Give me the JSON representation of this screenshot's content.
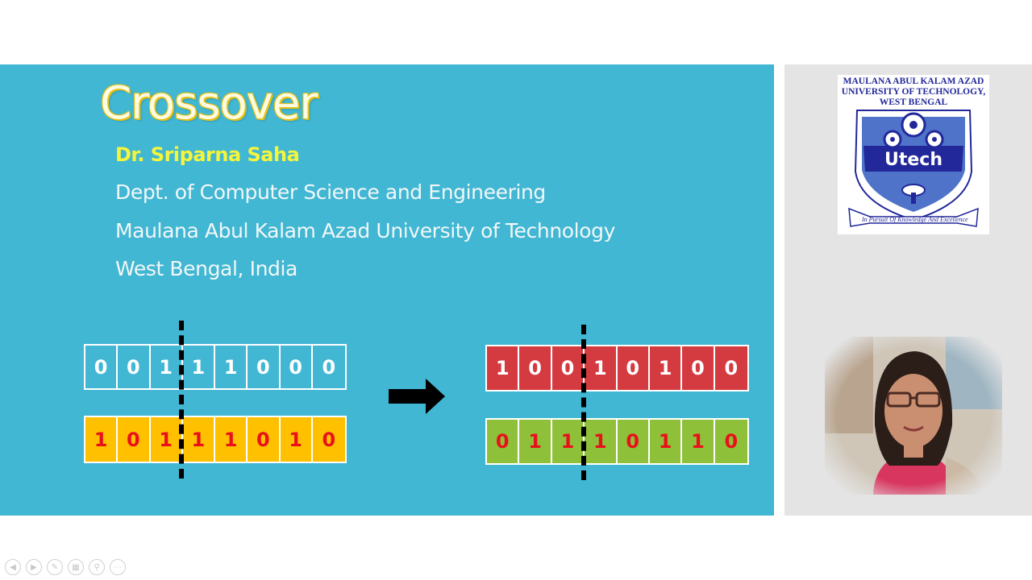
{
  "slide": {
    "title": "Crossover",
    "author": "Dr. Sriparna Saha",
    "dept": "Dept. of Computer Science and Engineering",
    "university": "Maulana Abul Kalam Azad University of Technology",
    "location": "West Bengal, India"
  },
  "parents": {
    "parent1": [
      "0",
      "0",
      "1",
      "1",
      "1",
      "0",
      "0",
      "0"
    ],
    "parent2": [
      "1",
      "0",
      "1",
      "1",
      "1",
      "0",
      "1",
      "0"
    ]
  },
  "offspring": {
    "child1": [
      "1",
      "0",
      "0",
      "1",
      "0",
      "1",
      "0",
      "0"
    ],
    "child2": [
      "0",
      "1",
      "1",
      "1",
      "0",
      "1",
      "1",
      "0"
    ]
  },
  "crossover_point_after_gene": 3,
  "logo": {
    "line1": "MAULANA ABUL KALAM AZAD",
    "line2": "UNIVERSITY OF TECHNOLOGY,",
    "line3": "WEST BENGAL",
    "emblem_text": "Utech",
    "motto": "In Pursuit Of Knowledge And Excellence"
  },
  "colors": {
    "slide_bg": "#41b7d3",
    "parent2_bg": "#ffc000",
    "child1_bg": "#d43b40",
    "child2_bg": "#8fc039",
    "title_outline": "#e6c012",
    "author_text": "#f5f53a"
  },
  "toolbar": {
    "icons": [
      "prev-icon",
      "next-icon",
      "pen-icon",
      "slides-icon",
      "zoom-icon",
      "more-icon"
    ]
  }
}
